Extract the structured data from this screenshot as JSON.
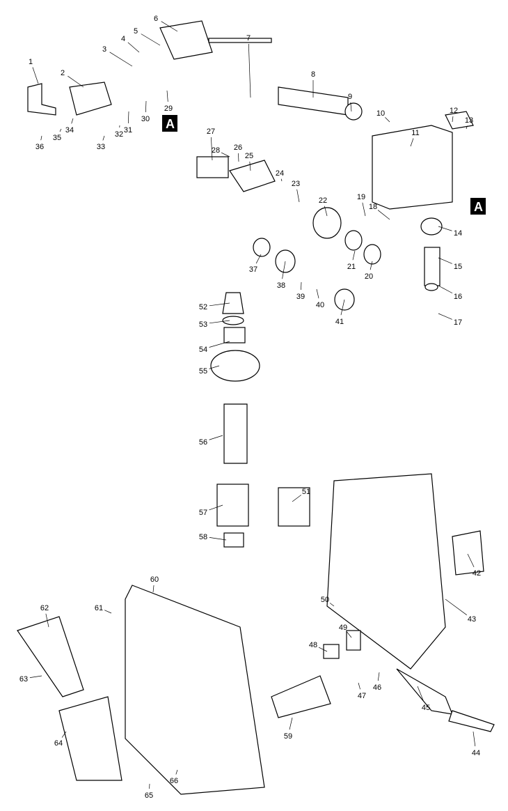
{
  "diagram": {
    "section_marker": "A",
    "part_numbers": [
      "1",
      "2",
      "3",
      "4",
      "5",
      "6",
      "7",
      "8",
      "9",
      "10",
      "11",
      "12",
      "13",
      "14",
      "15",
      "16",
      "17",
      "18",
      "19",
      "20",
      "21",
      "22",
      "23",
      "24",
      "25",
      "26",
      "27",
      "28",
      "29",
      "30",
      "31",
      "32",
      "33",
      "34",
      "35",
      "36",
      "37",
      "38",
      "39",
      "40",
      "41",
      "42",
      "43",
      "44",
      "45",
      "46",
      "47",
      "48",
      "49",
      "50",
      "51",
      "52",
      "53",
      "54",
      "55",
      "56",
      "57",
      "58",
      "59",
      "60",
      "61",
      "62",
      "63",
      "64",
      "65",
      "66"
    ]
  }
}
